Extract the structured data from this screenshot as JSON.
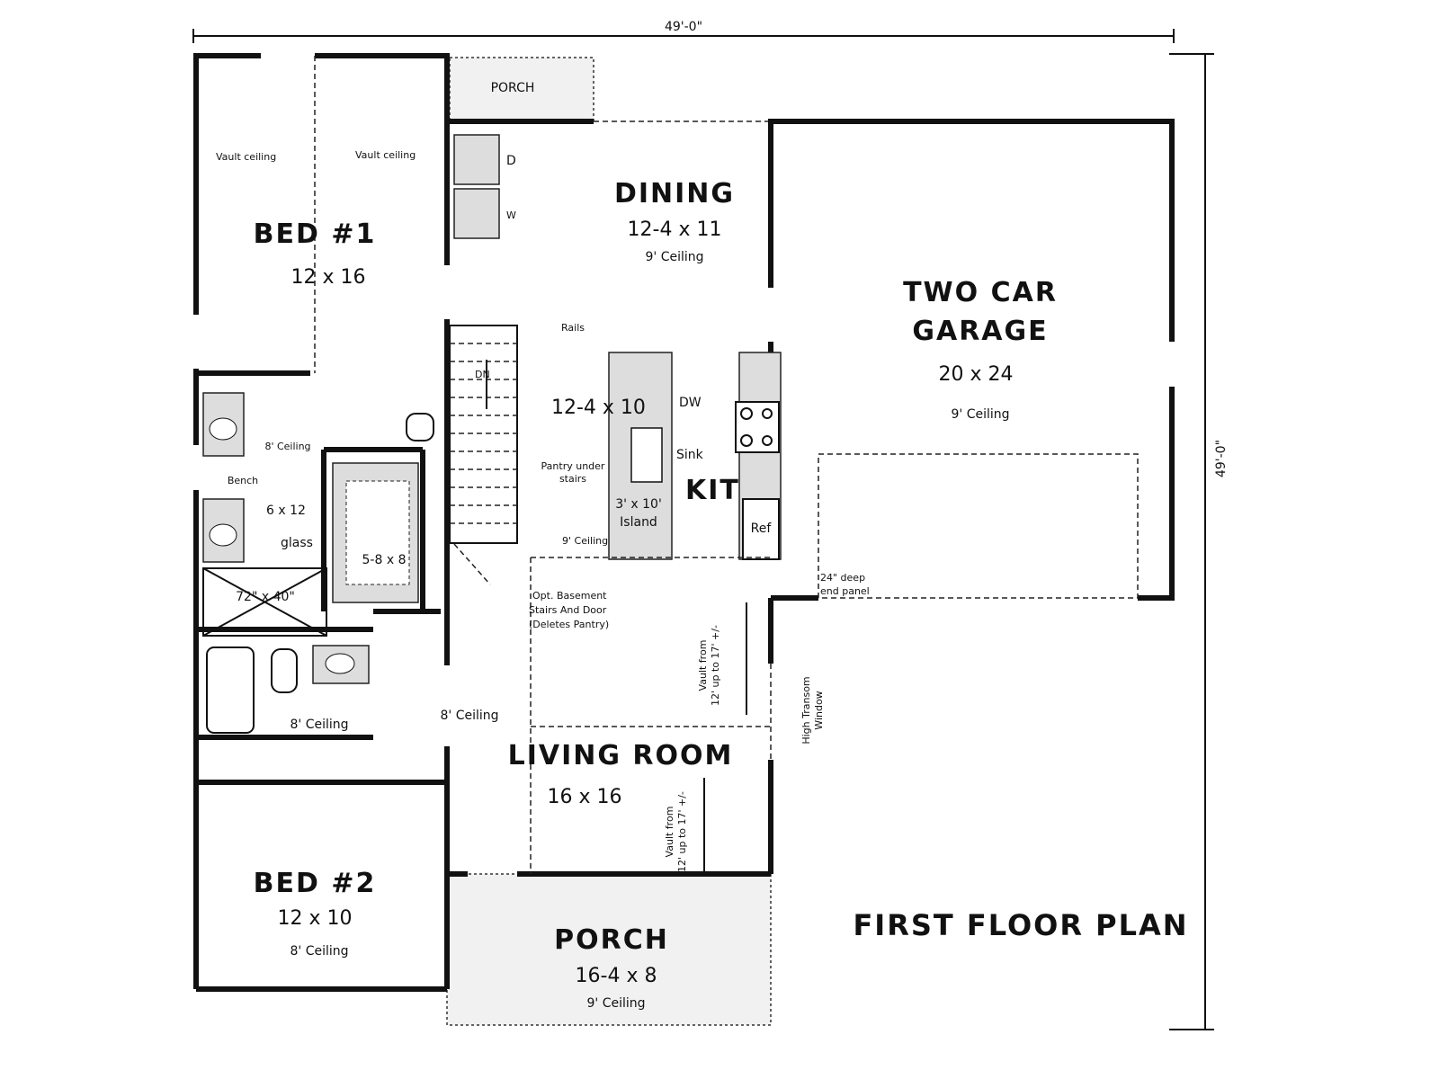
{
  "plan": {
    "title": "FIRST FLOOR PLAN",
    "overall_width": "49'-0\"",
    "overall_depth": "49'-0\""
  },
  "rooms": {
    "bed1": {
      "name": "BED #1",
      "size": "12 x 16",
      "note_left": "Vault ceiling",
      "note_right": "Vault ceiling"
    },
    "bed2": {
      "name": "BED #2",
      "size": "12 x 10",
      "ceiling": "8' Ceiling"
    },
    "dining": {
      "name": "DINING",
      "size": "12-4 x 11",
      "ceiling": "9' Ceiling"
    },
    "garage": {
      "name_line1": "TWO CAR",
      "name_line2": "GARAGE",
      "size": "20 x 24",
      "ceiling": "9' Ceiling"
    },
    "kitchen": {
      "name": "KIT",
      "size": "12-4 x 10",
      "ceiling": "9' Ceiling",
      "dw": "DW",
      "sink": "Sink",
      "island_line1": "3' x 10'",
      "island_line2": "Island",
      "ref": "Ref"
    },
    "living": {
      "name": "LIVING ROOM",
      "size": "16 x 16",
      "vault_line1": "Vault from",
      "vault_line2": "12' up to 17' +/-"
    },
    "porch_front": {
      "name": "PORCH",
      "size": "16-4 x 8",
      "ceiling": "9' Ceiling"
    },
    "porch_back": {
      "name": "PORCH"
    },
    "master_bath": {
      "size": "6 x 12",
      "ceiling": "8' Ceiling",
      "bench": "Bench",
      "glass": "glass",
      "shower": "72\" x 40\""
    },
    "closet": {
      "size": "5-8 x 8"
    },
    "bath2": {
      "ceiling": "8' Ceiling"
    },
    "hall": {
      "ceiling": "8' Ceiling"
    },
    "laundry": {
      "dryer": "D",
      "washer": "W"
    }
  },
  "notes": {
    "rails": "Rails",
    "pantry_line1": "Pantry under",
    "pantry_line2": "stairs",
    "basement_line1": "Opt. Basement",
    "basement_line2": "Stairs And Door",
    "basement_line3": "(Deletes Pantry)",
    "end_panel_line1": "24\" deep",
    "end_panel_line2": "end panel",
    "transom_line1": "High Transom",
    "transom_line2": "Window",
    "stair_dn": "DN"
  }
}
